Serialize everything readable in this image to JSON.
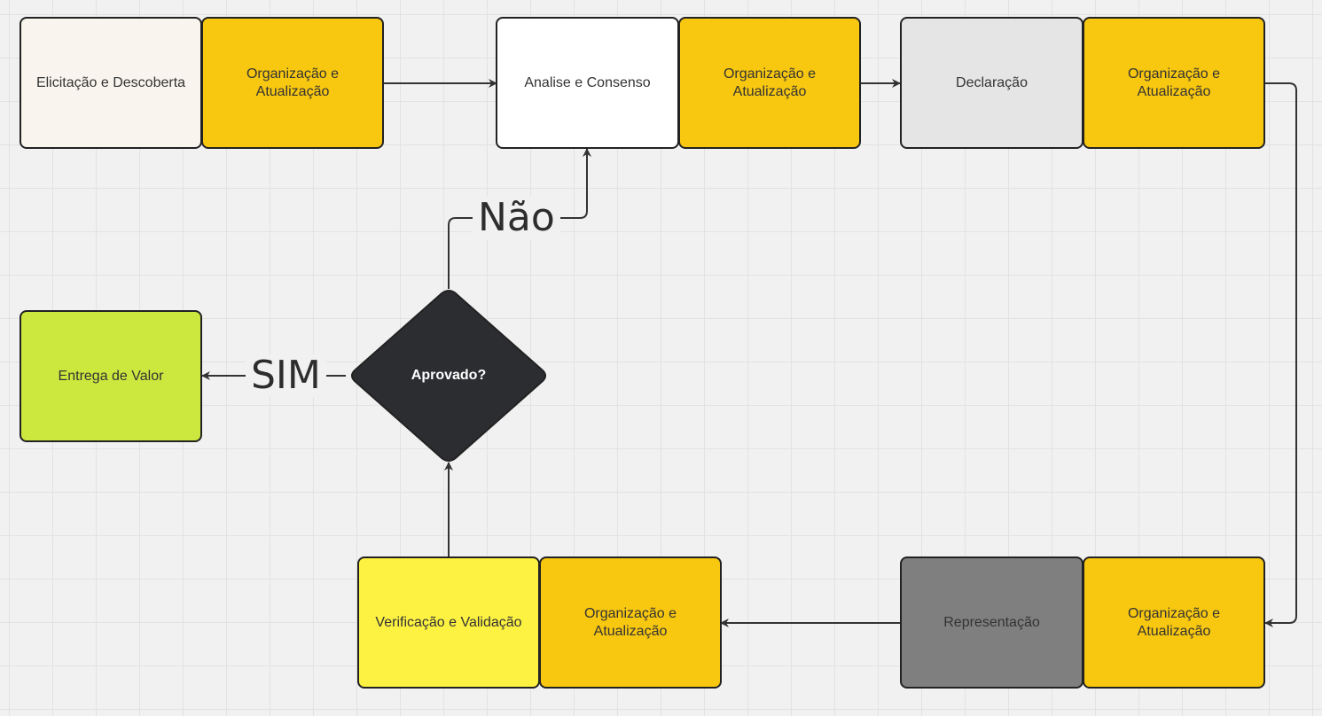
{
  "nodes": {
    "elicitacao": {
      "label": "Elicitação e Descoberta",
      "color": "#f9f5ee"
    },
    "org1": {
      "label": "Organização e Atualização",
      "color": "#f8c710"
    },
    "analise": {
      "label": "Analise e Consenso",
      "color": "#ffffff"
    },
    "org2": {
      "label": "Organização e Atualização",
      "color": "#f8c710"
    },
    "declaracao": {
      "label": "Declaração",
      "color": "#e5e5e5"
    },
    "org3": {
      "label": "Organização e Atualização",
      "color": "#f8c710"
    },
    "representacao": {
      "label": "Representação",
      "color": "#7f7f7f"
    },
    "org4": {
      "label": "Organização e Atualização",
      "color": "#f8c710"
    },
    "verificacao": {
      "label": "Verificação e Validação",
      "color": "#fdf242"
    },
    "org5": {
      "label": "Organização e Atualização",
      "color": "#f8c710"
    },
    "entrega": {
      "label": "Entrega de Valor",
      "color": "#cce83e"
    }
  },
  "decision": {
    "label": "Aprovado?",
    "color": "#2c2d31"
  },
  "edges": {
    "yes_label": "SIM",
    "no_label": "Não"
  },
  "line_color": "#333333"
}
